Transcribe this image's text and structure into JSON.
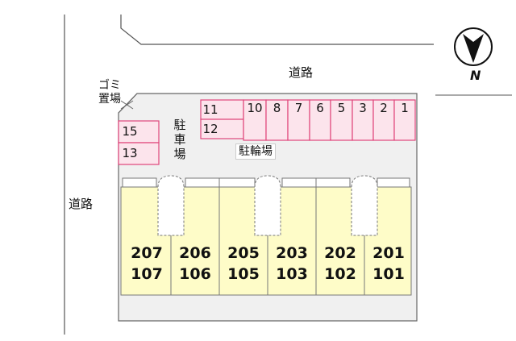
{
  "roads": {
    "top": "道路",
    "left": "道路"
  },
  "garbage": "ゴミ置場",
  "parking": "駐車場",
  "bicycle_parking": "駐輪場",
  "compass": "N",
  "bike_slots": [
    "11",
    "12",
    "10",
    "8",
    "7",
    "6",
    "5",
    "3",
    "2",
    "1"
  ],
  "car_slots": [
    "15",
    "13"
  ],
  "units": [
    {
      "upper": "207",
      "lower": "107"
    },
    {
      "upper": "206",
      "lower": "106"
    },
    {
      "upper": "205",
      "lower": "105"
    },
    {
      "upper": "203",
      "lower": "103"
    },
    {
      "upper": "202",
      "lower": "102"
    },
    {
      "upper": "201",
      "lower": "101"
    }
  ],
  "colors": {
    "site": "#f0f0f0",
    "building": "#fefcc8",
    "slot_fill": "#fce4ec",
    "slot_border": "#e0457b"
  }
}
